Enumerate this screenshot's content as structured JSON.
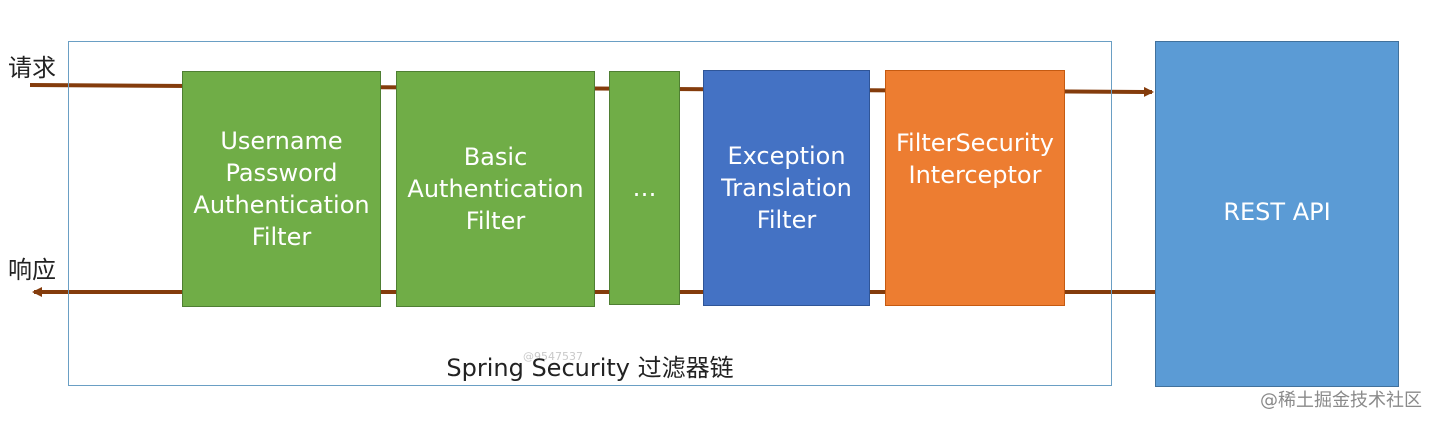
{
  "labels": {
    "request": "请求",
    "response": "响应",
    "chain_caption": "Spring Security 过滤器链"
  },
  "filters": [
    {
      "text": "Username\nPassword\nAuthentication\nFilter",
      "color": "#70ad47"
    },
    {
      "text": "Basic\nAuthentication\nFilter",
      "color": "#70ad47"
    },
    {
      "text": "…",
      "color": "#70ad47"
    },
    {
      "text": "Exception\nTranslation\nFilter",
      "color": "#4472c4"
    },
    {
      "text": "FilterSecurity\nInterceptor",
      "color": "#ed7d31"
    }
  ],
  "target": {
    "text": "REST API",
    "color": "#5b9bd5"
  },
  "colors": {
    "arrow": "#843c0c",
    "frame": "#6a9fc4"
  },
  "watermark": "@稀土掘金技术社区",
  "faint_mark": "@9547537"
}
